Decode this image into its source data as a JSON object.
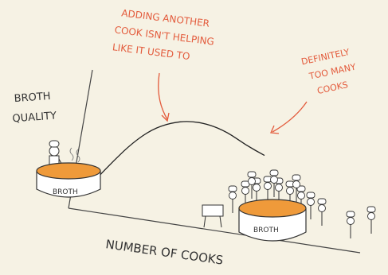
{
  "chart_data": {
    "type": "line",
    "xlabel": "NUMBER OF COOKS",
    "ylabel_lines": [
      "BROTH",
      "QUALITY"
    ],
    "series": [
      {
        "points": [
          {
            "x": 0,
            "y": 0.05
          },
          {
            "x": 1,
            "y": 0.35
          },
          {
            "x": 2,
            "y": 0.62
          },
          {
            "x": 3,
            "y": 0.82
          },
          {
            "x": 4,
            "y": 0.92
          },
          {
            "x": 5,
            "y": 0.95
          },
          {
            "x": 6,
            "y": 0.9
          },
          {
            "x": 7,
            "y": 0.78
          },
          {
            "x": 8,
            "y": 0.58
          },
          {
            "x": 9,
            "y": 0.42
          }
        ]
      }
    ],
    "annotations": [
      {
        "lines": [
          "ADDING ANOTHER",
          "COOK ISN'T HELPING",
          "LIKE IT USED TO"
        ],
        "color": "#e35b3c"
      },
      {
        "lines": [
          "DEFINITELY",
          "TOO MANY",
          "COOKS"
        ],
        "color": "#e35b3c"
      }
    ],
    "pot_label": "BROTH",
    "grid": false,
    "legend": "none"
  }
}
